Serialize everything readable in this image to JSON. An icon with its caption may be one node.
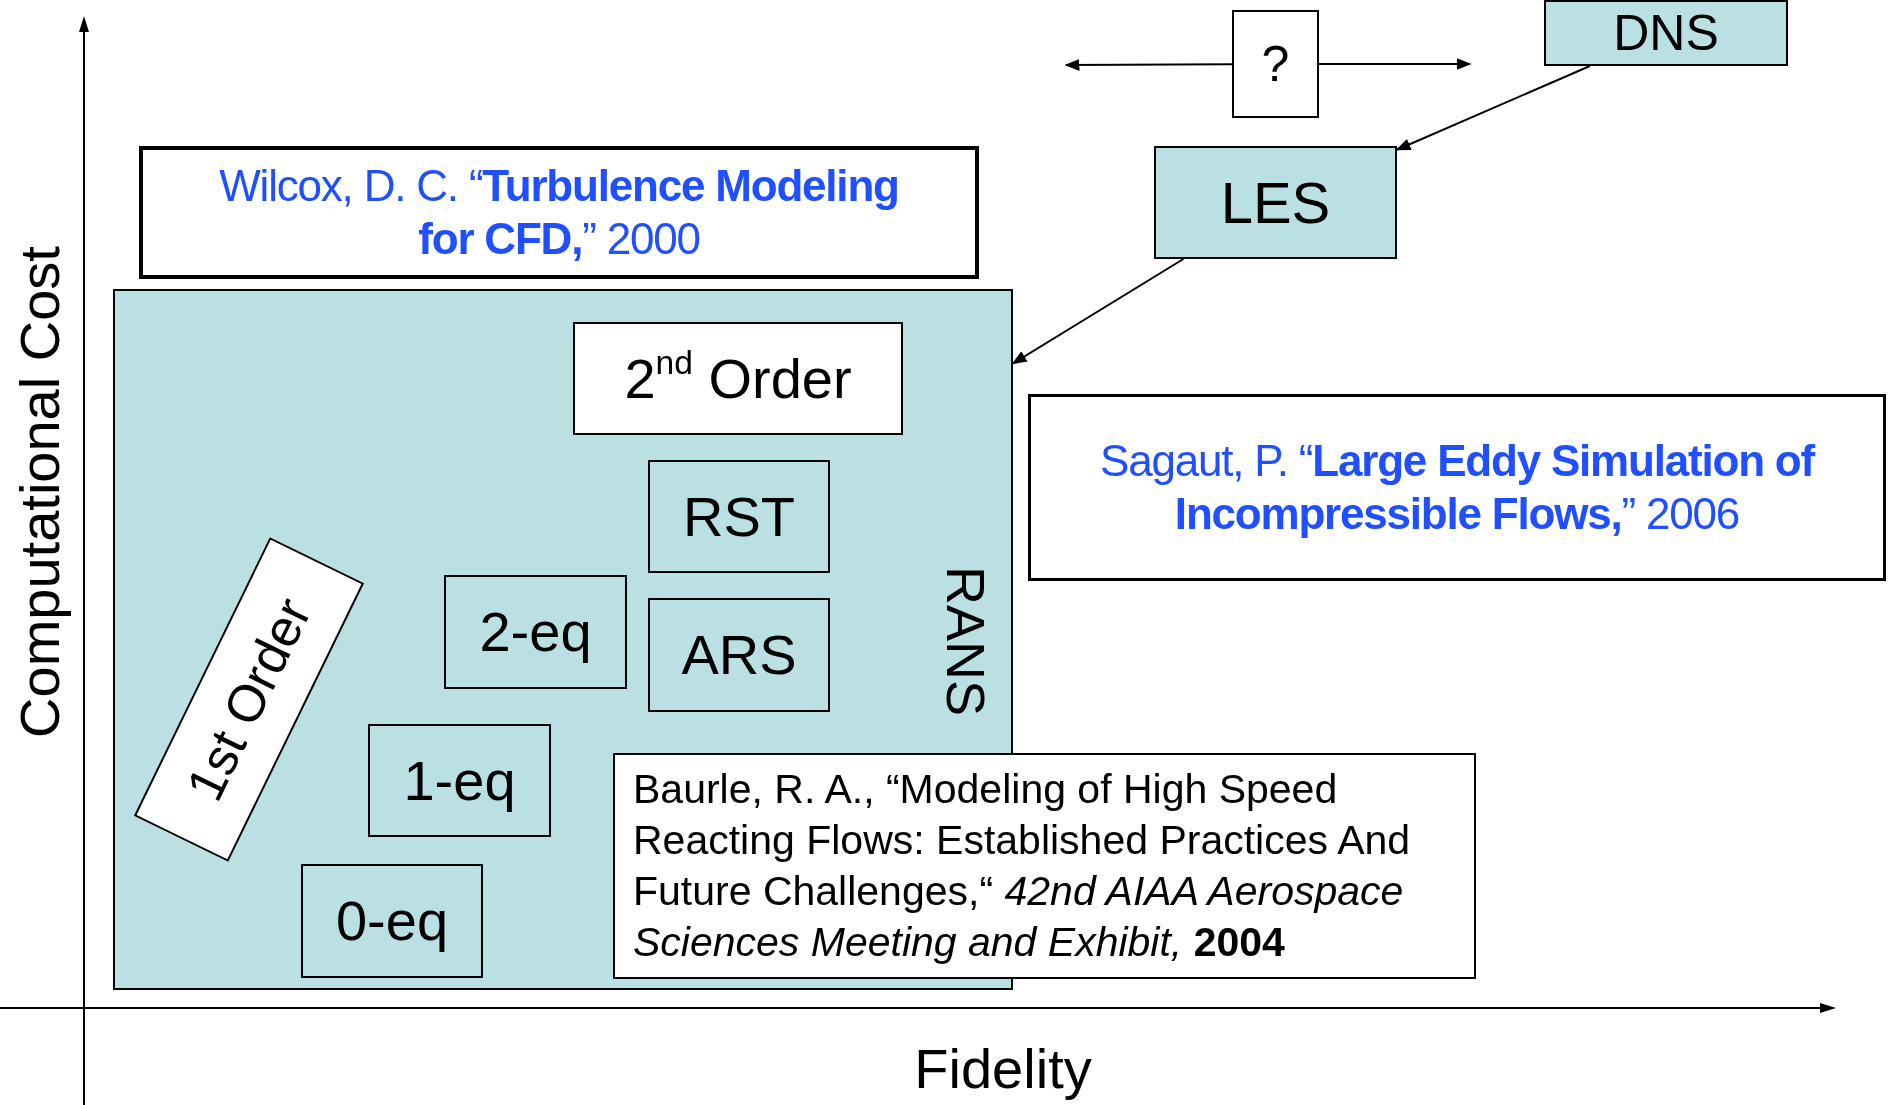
{
  "diagram": {
    "nodes": [
      {
        "text": [
          "DNS"
        ]
      },
      {
        "text": [
          "?"
        ]
      },
      {
        "text": [
          "LES"
        ]
      },
      {
        "text": [
          "Wilcox, D. C. “**Turbulence Modeling for CFD,**” 2000"
        ]
      },
      {
        "text": [
          "RANS"
        ]
      },
      {
        "text": [
          "2$^{nd}$ Order"
        ],
        "in": 4
      },
      {
        "text": [
          "RST"
        ],
        "in": 4
      },
      {
        "text": [
          "2-eq"
        ],
        "in": 4
      },
      {
        "text": [
          "ARS"
        ],
        "in": 4
      },
      {
        "text": [
          "1st Order"
        ],
        "in": 4
      },
      {
        "text": [
          "1-eq"
        ],
        "in": 4
      },
      {
        "text": [
          "0-eq"
        ],
        "in": 4
      },
      {
        "text": [
          "Sagaut, P. “**Large Eddy Simulation of Incompressible Flows,**” 2006"
        ]
      },
      {
        "text": [
          "Baurle, R. A., “Modeling of High Speed Reacting Flows: Established Practices And Future Challenges,“ *42nd AIAA Aerospace Sciences Meeting and Exhibit,* **2004**"
        ]
      }
    ],
    "edges": [
      {
        "from": 1,
        "to": null,
        "arrow": "to"
      },
      {
        "from": 1,
        "to": null,
        "arrow": "to"
      },
      {
        "from": 0,
        "to": 2,
        "arrow": "to"
      },
      {
        "from": 2,
        "to": 4,
        "arrow": "to"
      }
    ],
    "labels": [
      "Computational Cost",
      "Fidelity"
    ]
  }
}
